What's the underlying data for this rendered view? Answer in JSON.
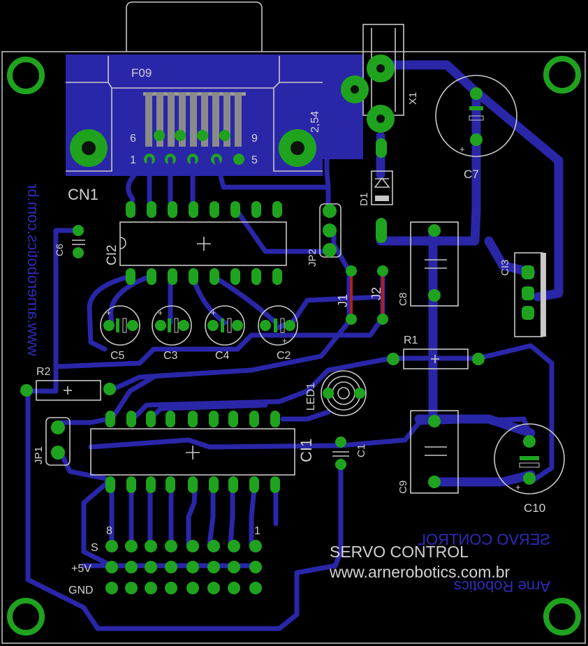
{
  "board": {
    "connector": {
      "name": "CN1",
      "package": "F09",
      "pitch": "2,54",
      "pin_labels": {
        "top_left": "6",
        "top_right": "9",
        "bottom_left": "1",
        "bottom_right": "5"
      }
    },
    "crystal": "X1",
    "diode": "D1",
    "jumpers": {
      "jp1": "JP1",
      "jp2": "JP2",
      "j1": "J1",
      "j2": "J2"
    },
    "ics": {
      "ci1": "CI1",
      "ci2": "CI2",
      "ci3": "CI3"
    },
    "capacitors": {
      "c1": "C1",
      "c2": "C2",
      "c3": "C3",
      "c4": "C4",
      "c5": "C5",
      "c6": "C6",
      "c7": "C7",
      "c8": "C8",
      "c9": "C9",
      "c10": "C10"
    },
    "resistors": {
      "r1": "R1",
      "r2": "R2"
    },
    "led": "LED1",
    "servo_header": {
      "num_left": "8",
      "num_right": "1",
      "row_s": "S",
      "row_5v": "+5V",
      "row_gnd": "GND"
    },
    "silk_title": "SERVO CONTROL",
    "silk_url": "www.arnerobotics.com.br",
    "mirrored_title": "SERVO CONTROL",
    "mirrored_brand": "Arne Robotics",
    "mirrored_url": "www.arnerobotics.com.br"
  },
  "colors": {
    "trace": "#2a26a8",
    "pad": "#1fa31f",
    "silk": "#c8c8c8",
    "bottom_text": "#2f2bb8",
    "background": "#000000"
  }
}
